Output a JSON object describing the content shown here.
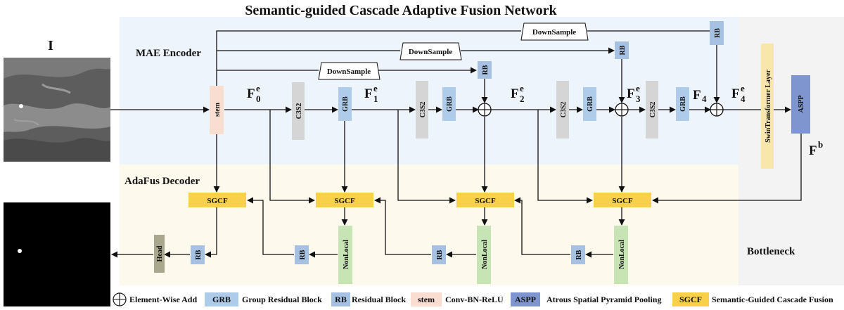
{
  "title": "Semantic-guided Cascade Adaptive Fusion Network",
  "regions": {
    "encoder": "MAE Encoder",
    "decoder": "AdaFus Decoder",
    "bottleneck": "Bottleneck"
  },
  "images": {
    "input_label": "I"
  },
  "blocks": {
    "stem": "stem",
    "c3s2": "C3S2",
    "grb": "GRB",
    "rb": "RB",
    "downsample": "DownSample",
    "swin": "SwinTransformer Layer",
    "aspp": "ASPP",
    "sgcf": "SGCF",
    "nonlocal": "NonLocal",
    "head": "Head"
  },
  "features": {
    "F": "F",
    "sup_e": "e",
    "sup_b": "b",
    "sub_0": "0",
    "sub_1": "1",
    "sub_2": "2",
    "sub_3": "3",
    "sub_4": "4"
  },
  "legend": {
    "add": "Element-Wise Add",
    "grb_key": "GRB",
    "grb_desc": "Group Residual Block",
    "rb_key": "RB",
    "rb_desc": "Residual Block",
    "stem_key": "stem",
    "stem_desc": "Conv-BN-ReLU",
    "aspp_key": "ASPP",
    "aspp_desc": "Atrous Spatial Pyramid Pooling",
    "sgcf_key": "SGCF",
    "sgcf_desc": "Semantic-Guided Cascade Fusion"
  },
  "colors": {
    "encoder_bg": "#eef4fb",
    "decoder_bg": "#fdf9ec",
    "bottleneck_bg": "#f3f3f3",
    "stem": "#f9ddd0",
    "c3s2": "#d5d5d5",
    "grb": "#aecbea",
    "rb": "#a7c1e2",
    "sgcf": "#f9d04a",
    "nonlocal": "#c6e4b4",
    "head": "#a9a88f",
    "swin": "#f8e7a8",
    "aspp": "#7f95cf"
  }
}
